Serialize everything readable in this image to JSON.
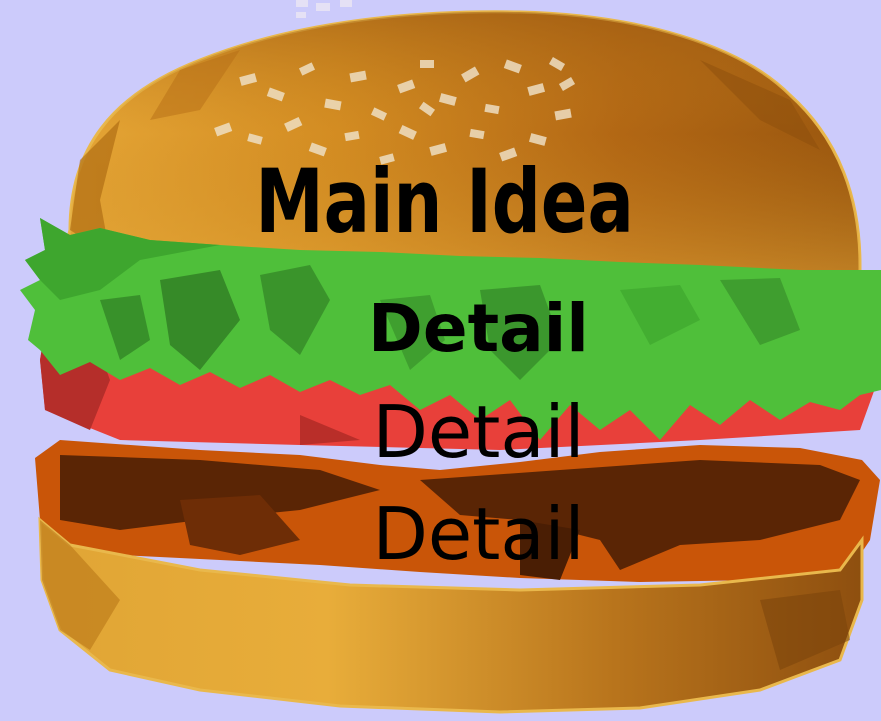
{
  "diagram": {
    "labels": {
      "main_idea": "Main Idea",
      "detail_1": "Detail",
      "detail_2": "Detail",
      "detail_3": "Detail"
    }
  },
  "colors": {
    "background": "#cccbfb",
    "bun": "#d9962a",
    "lettuce": "#4fbf3a",
    "tomato": "#e8403a",
    "patty": "#5a2505"
  },
  "icons": {
    "illustration": "hamburger-illustration"
  }
}
